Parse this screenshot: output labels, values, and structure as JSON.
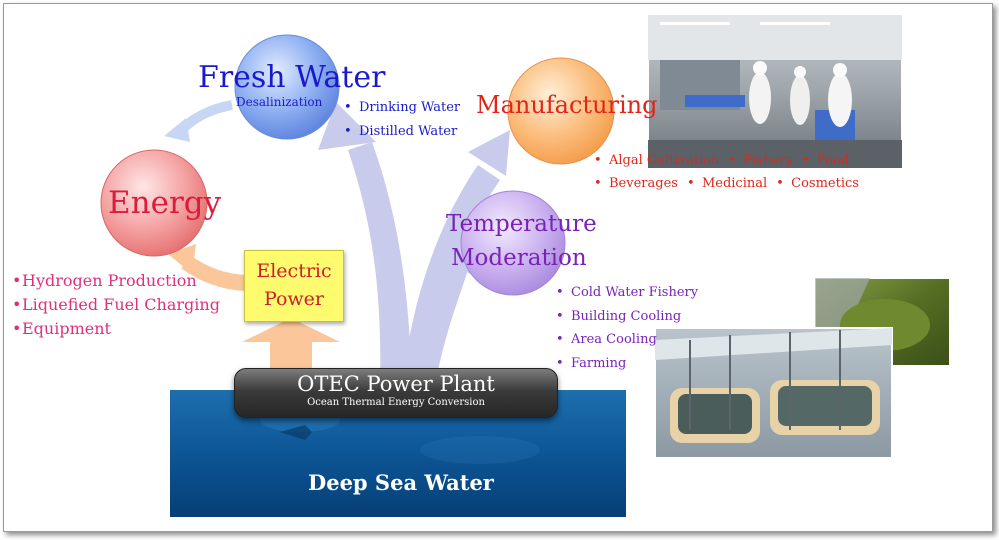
{
  "fresh_water": {
    "title": "Fresh Water",
    "subtitle": "Desalinization",
    "items": [
      "Drinking Water",
      "Distilled Water"
    ]
  },
  "manufacturing": {
    "title": "Manufacturing",
    "row1": [
      "Algal Cultivation",
      "Fishery",
      "Food"
    ],
    "row2": [
      "Beverages",
      "Medicinal",
      "Cosmetics"
    ]
  },
  "energy": {
    "title": "Energy",
    "items": [
      "Hydrogen Production",
      "Liquefied Fuel Charging",
      "Equipment"
    ]
  },
  "temperature": {
    "title_line1": "Temperature",
    "title_line2": "Moderation",
    "items": [
      "Cold Water Fishery",
      "Building Cooling",
      "Area Cooling",
      "Farming"
    ]
  },
  "electric_power": {
    "line1": "Electric",
    "line2": "Power"
  },
  "otec": {
    "title": "OTEC Power Plant",
    "subtitle": "Ocean Thermal Energy Conversion"
  },
  "deep_sea": {
    "label": "Deep Sea Water"
  },
  "colors": {
    "fresh_water": "#1a1acc",
    "manufacturing": "#e0261a",
    "energy": "#d81e3c",
    "energy_bullets": "#e0307a",
    "temperature": "#7a22b8",
    "electric": "#cc1f2c"
  }
}
